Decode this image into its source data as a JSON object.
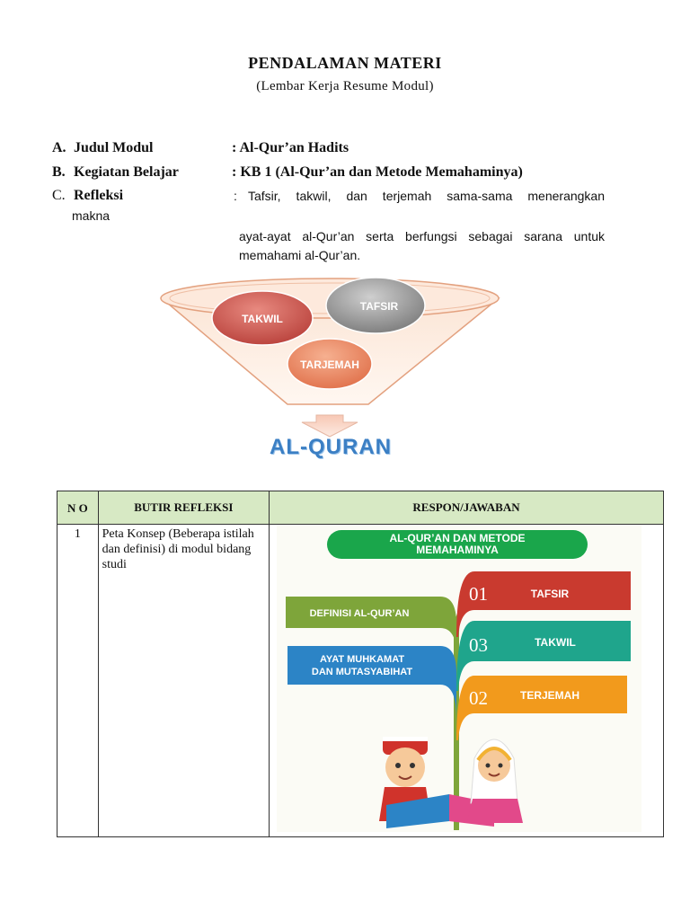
{
  "header": {
    "title": "PENDALAMAN MATERI",
    "subtitle": "(Lembar Kerja Resume Modul)"
  },
  "items": [
    {
      "letter": "A.",
      "label": "Judul Modul",
      "value": ": Al-Qur’an Hadits"
    },
    {
      "letter": "B.",
      "label": "Kegiatan Belajar",
      "value": ": KB 1 (Al-Qur’an dan Metode Memahaminya)"
    },
    {
      "letter": "C.",
      "label": "Refleksi",
      "value": ""
    }
  ],
  "refleksi": {
    "colon": ":",
    "line1": "Tafsir, takwil, dan terjemah sama-sama menerangkan",
    "line1_wrap": "makna",
    "line2": "ayat-ayat al-Qur’an serta berfungsi sebagai sarana untuk memahami al-Qur’an."
  },
  "funnel": {
    "takwil": "TAKWIL",
    "tafsir": "TAFSIR",
    "terjemah": "TARJEMAH",
    "result": "AL-QURAN",
    "colors": {
      "takwil": "#c9524a",
      "tafsir": "#8a8a8a",
      "terjemah": "#e8825a",
      "result": "#3b7fc4"
    }
  },
  "table": {
    "headers": {
      "no": "N O",
      "butir": "BUTIR REFLEKSI",
      "respon": "RESPON/JAWABAN"
    },
    "rows": [
      {
        "no": "1",
        "butir": "Peta Konsep (Beberapa istilah dan definisi) di modul bidang studi"
      }
    ]
  },
  "mindmap": {
    "title_line1": "AL-QUR’AN DAN METODE",
    "title_line2": "MEMAHAMINYA",
    "left": [
      {
        "text": "DEFINISI AL-QUR’AN",
        "color": "#7ea53a"
      },
      {
        "text_line1": "AYAT MUHKAMAT",
        "text_line2": "DAN MUTASYABIHAT",
        "color": "#2c84c6"
      }
    ],
    "right": [
      {
        "num": "01",
        "text": "TAFSIR",
        "color": "#c93a2f"
      },
      {
        "num": "03",
        "text": "TAKWIL",
        "color": "#1fa58c"
      },
      {
        "num": "02",
        "text": "TERJEMAH",
        "color": "#f29a1c"
      }
    ],
    "accent": "#1aa64b"
  }
}
